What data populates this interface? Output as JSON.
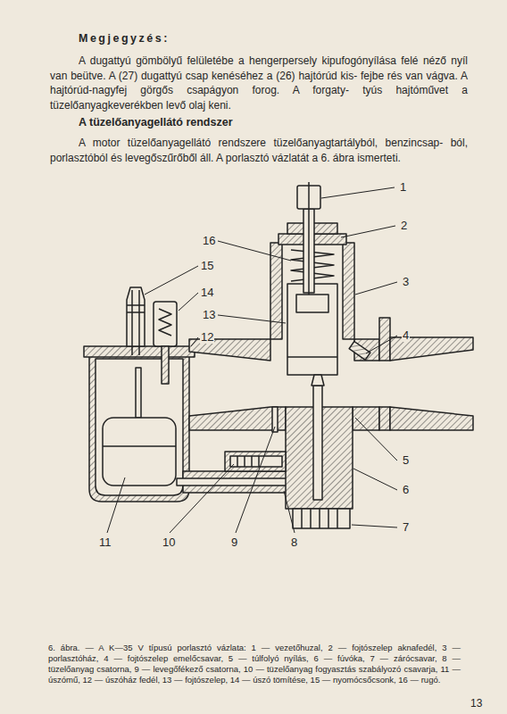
{
  "diagram": {
    "title": "Megjegyzés:",
    "caption": "6. ábra. — A K—35 V típusú porlasztó vázlata: 1 — vezetőhuzal, 2 — fojtószelep aknafedél, 3 — porlasztóház, 4 — fojtószelep emelőcsavar, 5 — túlfolyó nyílás, 6 — fúvóka, 7 — zárócsavar, 8 — tüzelőanyag csatorna, 9 — levegőfékező csatorna, 10 — tüzelőanyag fogyasztás szabályozó csavarja, 11 — úszómű, 12 — úszóház fedél, 13 — fojtószelep, 14 — úszó tömítése, 15 — nyomócsőcsonk, 16 — rugó.",
    "labels": [
      "A dugattyú gömbölyű felületébe a hengerpersely kipufogónyílása felé néző nyíl van beütve. A (27) dugattyú csap kenéséhez a (26) hajtórúd kis- fejbe rés van vágva. A hajtórúd-nagyfej görgős csapágyon forog. A forgaty- tyús hajtóművet a tüzelőanyagkeverékben levő olaj keni.",
      "A tüzelőanyagellátó rendszer",
      "A motor tüzelőanyagellátó rendszere tüzelőanyagtartályból, benzincsap- ból, porlasztóból és levegőszűrőből áll. A porlasztó vázlatát a 6. ábra ismerteti.",
      "1",
      "2",
      "3",
      "4",
      "5",
      "6",
      "7",
      "8",
      "9",
      "10",
      "11",
      "12",
      "13",
      "14",
      "15",
      "16",
      "13"
    ]
  }
}
